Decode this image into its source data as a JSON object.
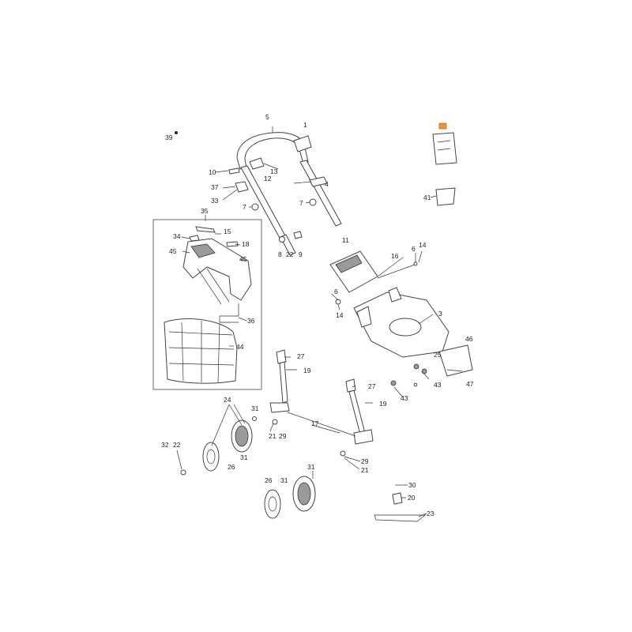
{
  "diagram": {
    "labels": {
      "l39": "39",
      "l5": "5",
      "l1": "1",
      "l10": "10",
      "l13": "13",
      "l12": "12",
      "l37": "37",
      "l33": "33",
      "l7a": "7",
      "l7b": "7",
      "l4": "4",
      "l35": "35",
      "l15": "15",
      "l34": "34",
      "l18": "18",
      "l45a": "45",
      "l45b": "45",
      "l36": "36",
      "l44": "44",
      "l8": "8",
      "l22a": "22",
      "l9": "9",
      "l11": "11",
      "l16": "16",
      "l6a": "6",
      "l14a": "14",
      "l6b": "6",
      "l14b": "14",
      "l3": "3",
      "l46": "46",
      "l25": "25",
      "l43a": "43",
      "l43b": "43",
      "l47": "47",
      "l27a": "27",
      "l19a": "19",
      "l27b": "27",
      "l19b": "19",
      "l24": "24",
      "l31a": "31",
      "l17": "17",
      "l21a": "21",
      "l29a": "29",
      "l31b": "31",
      "l32": "32",
      "l22b": "22",
      "l26a": "26",
      "l29b": "29",
      "l21b": "21",
      "l31c": "31",
      "l26b": "26",
      "l31d": "31",
      "l30": "30",
      "l20": "20",
      "l23": "23",
      "l41": "41"
    }
  }
}
